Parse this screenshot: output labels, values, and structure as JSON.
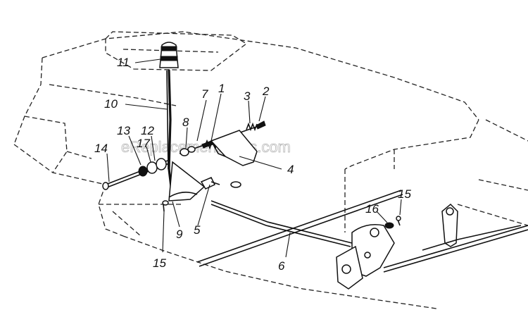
{
  "watermark": "eReplacementParts.com",
  "callouts": [
    {
      "id": "c11",
      "label": "11"
    },
    {
      "id": "c10",
      "label": "10"
    },
    {
      "id": "c7",
      "label": "7"
    },
    {
      "id": "c1",
      "label": "1"
    },
    {
      "id": "c3",
      "label": "3"
    },
    {
      "id": "c2",
      "label": "2"
    },
    {
      "id": "c8",
      "label": "8"
    },
    {
      "id": "c13",
      "label": "13"
    },
    {
      "id": "c12",
      "label": "12"
    },
    {
      "id": "c17",
      "label": "17"
    },
    {
      "id": "c14",
      "label": "14"
    },
    {
      "id": "c4",
      "label": "4"
    },
    {
      "id": "c15a",
      "label": "15"
    },
    {
      "id": "c16",
      "label": "16"
    },
    {
      "id": "c9",
      "label": "9"
    },
    {
      "id": "c5",
      "label": "5"
    },
    {
      "id": "c6",
      "label": "6"
    },
    {
      "id": "c15b",
      "label": "15"
    }
  ]
}
